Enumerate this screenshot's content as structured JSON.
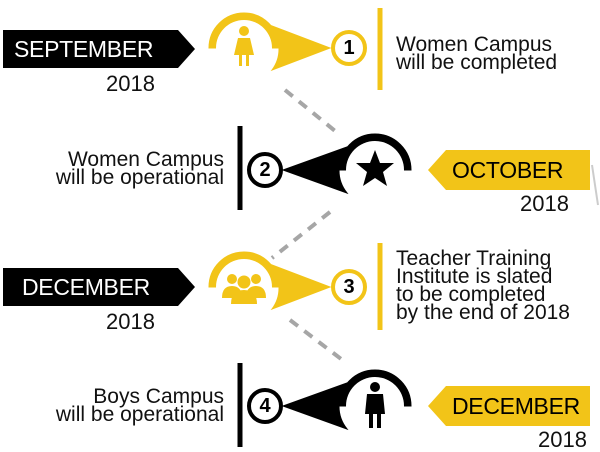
{
  "colors": {
    "accent": "#f2c418",
    "dark": "#000000",
    "connector": "#a6a6a6"
  },
  "milestones": [
    {
      "number": "1",
      "month": "SEPTEMBER",
      "year": "2018",
      "description": [
        "Women Campus",
        "will be completed"
      ],
      "icon": "woman-icon",
      "pin_color": "yellow",
      "tag_color": "black"
    },
    {
      "number": "2",
      "month": "OCTOBER",
      "year": "2018",
      "description": [
        "Women Campus",
        "will be operational"
      ],
      "icon": "star-icon",
      "pin_color": "black",
      "tag_color": "yellow"
    },
    {
      "number": "3",
      "month": "DECEMBER",
      "year": "2018",
      "description": [
        "Teacher Training",
        "Institute is slated",
        "to be completed",
        "by the end of 2018"
      ],
      "icon": "group-icon",
      "pin_color": "yellow",
      "tag_color": "black"
    },
    {
      "number": "4",
      "month": "DECEMBER",
      "year": "2018",
      "description": [
        "Boys Campus",
        "will be operational"
      ],
      "icon": "man-icon",
      "pin_color": "black",
      "tag_color": "yellow"
    }
  ]
}
